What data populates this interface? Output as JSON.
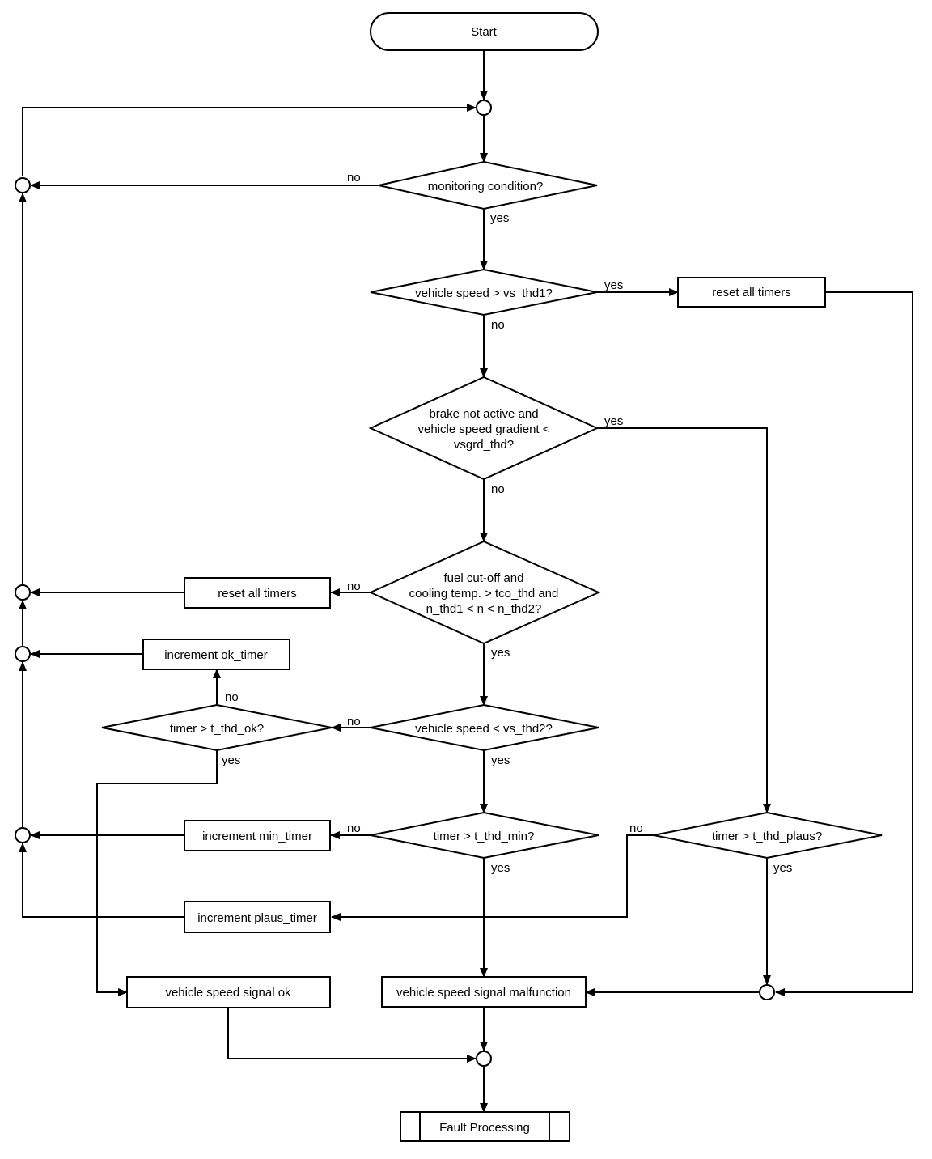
{
  "diagram": {
    "nodes": {
      "start": "Start",
      "monitoring_condition": "monitoring condition?",
      "vs_gt_thd1": "vehicle speed > vs_thd1?",
      "reset_all_timers_right": "reset all timers",
      "brake_line1": "brake not active and",
      "brake_line2": "vehicle speed gradient <",
      "brake_line3": "vsgrd_thd?",
      "fuel_line1": "fuel cut-off and",
      "fuel_line2": "cooling temp. > tco_thd and",
      "fuel_line3": "n_thd1 < n < n_thd2?",
      "reset_all_timers_left": "reset all timers",
      "increment_ok_timer": "increment ok_timer",
      "timer_gt_t_thd_ok": "timer > t_thd_ok?",
      "vs_lt_thd2": "vehicle speed < vs_thd2?",
      "timer_gt_t_thd_min": "timer > t_thd_min?",
      "timer_gt_t_thd_plaus": "timer > t_thd_plaus?",
      "increment_min_timer": "increment min_timer",
      "increment_plaus_timer": "increment plaus_timer",
      "vehicle_speed_signal_ok": "vehicle speed signal ok",
      "vehicle_speed_signal_malfunction": "vehicle speed signal malfunction",
      "fault_processing": "Fault Processing"
    },
    "edge_labels": {
      "monitoring_no": "no",
      "monitoring_yes": "yes",
      "vs1_yes": "yes",
      "vs1_no": "no",
      "brake_yes": "yes",
      "brake_no": "no",
      "fuel_no": "no",
      "fuel_yes": "yes",
      "ok_no": "no",
      "ok_yes": "yes",
      "vs2_no": "no",
      "vs2_yes": "yes",
      "min_no": "no",
      "min_yes": "yes",
      "plaus_no": "no",
      "plaus_yes": "yes"
    }
  }
}
